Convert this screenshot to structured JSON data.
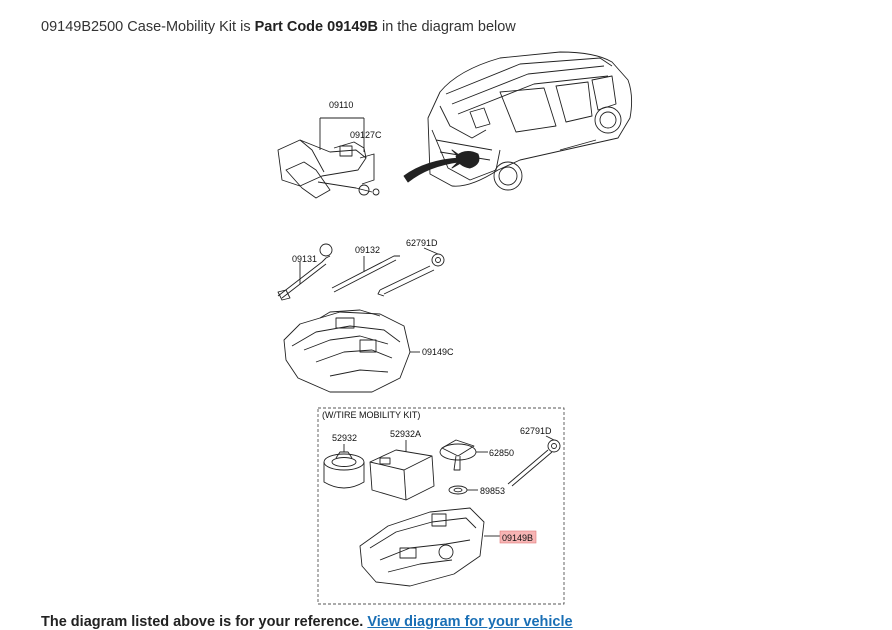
{
  "intro": {
    "part_number": "09149B2500",
    "part_name": "Case-Mobility Kit",
    "connector": "is",
    "part_code_prefix": "Part Code",
    "part_code": "09149B",
    "suffix": "in the diagram below"
  },
  "diagram": {
    "labels": {
      "jack_assy": "09110",
      "jack_handle": "09127C",
      "wrench": "09131",
      "extension": "09132",
      "tow_hook": "62791D",
      "tool_case": "09149C",
      "kit_title": "(W/TIRE MOBILITY KIT)",
      "compressor": "52932",
      "sealant": "52932A",
      "valve_tool": "62850",
      "tow_hook_kit": "62791D",
      "washer": "89853",
      "mobility_case": "09149B"
    },
    "highlight_color": "#f7b5b5"
  },
  "footer": {
    "note": "The diagram listed above is for your reference.",
    "link": "View diagram for your vehicle"
  }
}
